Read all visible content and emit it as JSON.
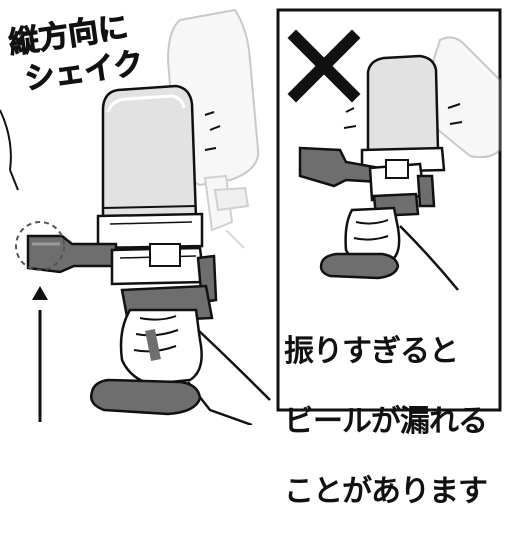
{
  "instruction_text": {
    "line1": "縦方向に",
    "line2": "シェイク"
  },
  "warning_panel": {
    "mark": "✕",
    "caption_lines": [
      "振りすぎると",
      "ビールが漏れる",
      "ことがあります"
    ]
  },
  "colors": {
    "ink": "#111111",
    "gray_dark": "#6e6e6e",
    "gray_mid": "#9a9a9a",
    "gray_light": "#d9d9d9",
    "white": "#ffffff"
  }
}
